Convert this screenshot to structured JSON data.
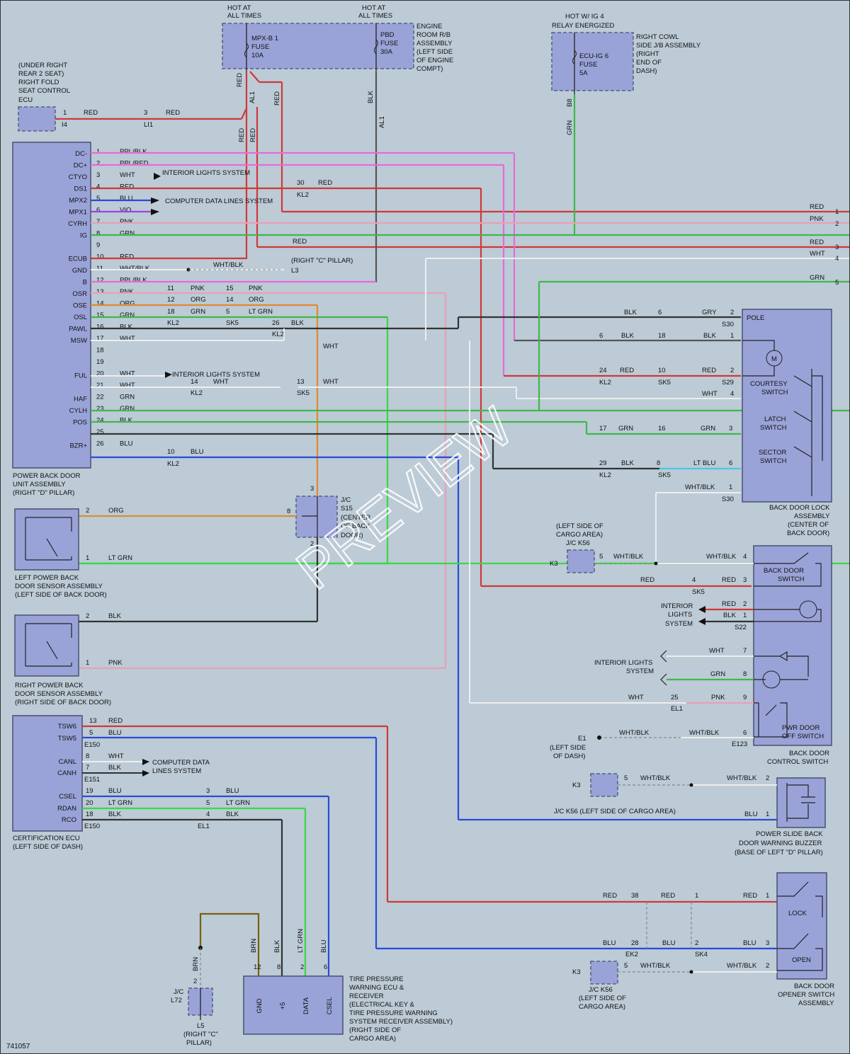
{
  "diagram_id": "741057",
  "watermark": "PREVIEW",
  "colors": {
    "red": "#d03838",
    "pink": "#e86ad8",
    "pnk": "#e8a0b8",
    "grn": "#3fb84a",
    "blu": "#2a4ad8",
    "blk": "#333333",
    "wht": "#f2f2f2",
    "org": "#e08a30",
    "ltgrn": "#38d848",
    "vio": "#a040e0",
    "ltblu": "#48c8e0",
    "brn": "#7a6010"
  },
  "top_labels": {
    "hot_all_1": "HOT AT ALL TIMES",
    "hot_all_2": "HOT AT ALL TIMES",
    "hot_ig4": "HOT W/ IG 4 RELAY ENERGIZED",
    "mpxb_fuse": "MPX-B 1 FUSE 10A",
    "pbd_fuse": "PBD FUSE 30A",
    "engine_rb": "ENGINE ROOM R/B ASSEMBLY (LEFT SIDE OF ENGINE COMPT)",
    "ecuig_fuse": "ECU-IG 6 FUSE 5A",
    "right_cowl": "RIGHT COWL SIDE J/B ASSEMBLY (RIGHT END OF DASH)",
    "seat_ecu": "(UNDER RIGHT REAR 2 SEAT) RIGHT FOLD SEAT CONTROL ECU"
  },
  "pbd_unit": {
    "title": "POWER BACK DOOR UNIT ASSEMBLY (RIGHT \"D\" PILLAR)",
    "pins": [
      "DC-",
      "DC+",
      "CTYO",
      "DS1",
      "MPX2",
      "MPX1",
      "CYRH",
      "IG",
      "",
      "ECUB",
      "GND",
      "B",
      "OSR",
      "OSE",
      "OSL",
      "PAWL",
      "MSW",
      "",
      "",
      "FUL",
      "",
      "HAF",
      "CYLH",
      "POS",
      "",
      "BZR+"
    ],
    "nums": [
      "1",
      "2",
      "3",
      "4",
      "5",
      "6",
      "7",
      "8",
      "9",
      "10",
      "11",
      "12",
      "13",
      "14",
      "15",
      "16",
      "17",
      "18",
      "19",
      "20",
      "21",
      "22",
      "23",
      "24",
      "25",
      "26"
    ],
    "wires": [
      "PPL/BLK",
      "PPL/RED",
      "WHT",
      "RED",
      "BLU",
      "VIO",
      "PNK",
      "GRN",
      "",
      "RED",
      "WHT/BLK",
      "PPL/BLK",
      "PNK",
      "ORG",
      "GRN",
      "BLK",
      "WHT",
      "",
      "",
      "WHT",
      "WHT",
      "GRN",
      "GRN",
      "BLK",
      "",
      "BLU"
    ]
  },
  "notes": {
    "int_lights": "INTERIOR LIGHTS SYSTEM",
    "comp_data": "COMPUTER DATA LINES SYSTEM",
    "right_c_pillar": "(RIGHT \"C\" PILLAR)",
    "int_lights2": "INTERIOR LIGHTS SYSTEM"
  },
  "right_edge": [
    "RED",
    "PNK",
    "RED",
    "WHT",
    "GRN"
  ],
  "lock_assy": {
    "title": "BACK DOOR LOCK ASSEMBLY (CENTER OF BACK DOOR)",
    "pole": "POLE",
    "courtesy": "COURTESY SWITCH",
    "latch": "LATCH SWITCH",
    "sector": "SECTOR SWITCH"
  },
  "jc_s15": "J/C S15 (CENTER OF BACK DOOR)",
  "left_sensor": "LEFT POWER BACK DOOR SENSOR ASSEMBLY (LEFT SIDE OF BACK DOOR)",
  "right_sensor": "RIGHT POWER BACK DOOR SENSOR ASSEMBLY (RIGHT SIDE OF BACK DOOR)",
  "ctrl_switch": {
    "title": "BACK DOOR CONTROL SWITCH",
    "bds": "BACK DOOR SWITCH",
    "pwr": "PWR DOOR OFF SWITCH",
    "int": "INTERIOR LIGHTS SYSTEM",
    "int2": "INTERIOR LIGHTS SYSTEM"
  },
  "jc_k56_a": "(LEFT SIDE OF CARGO AREA) J/C K56",
  "jc_k56_b": "J/C K56 (LEFT SIDE OF CARGO AREA)",
  "jc_k56_c": "J/C K56 (LEFT SIDE OF CARGO AREA)",
  "e1": "E1 (LEFT SIDE OF DASH)",
  "buzzer": "POWER SLIDE BACK DOOR WARNING BUZZER (BASE OF LEFT \"D\" PILLAR)",
  "cert_ecu": {
    "title": "CERTIFICATION ECU (LEFT SIDE OF DASH)",
    "pins": [
      "TSW6",
      "TSW5",
      "CANL",
      "CANH",
      "CSEL",
      "RDAN",
      "RCO"
    ],
    "comp": "COMPUTER DATA LINES SYSTEM"
  },
  "tpw": {
    "title": "TIRE PRESSURE WARNING ECU & RECEIVER (ELECTRICAL KEY & TIRE PRESSURE WARNING SYSTEM RECEIVER ASSEMBLY) (RIGHT SIDE OF CARGO AREA)",
    "pins": [
      "GND",
      "+5",
      "DATA",
      "CSEL"
    ]
  },
  "jc_l72": "J/C L72",
  "l5": "L5 (RIGHT \"C\" PILLAR)",
  "opener": {
    "title": "BACK DOOR OPENER SWITCH ASSEMBLY",
    "lock": "LOCK",
    "open": "OPEN"
  }
}
